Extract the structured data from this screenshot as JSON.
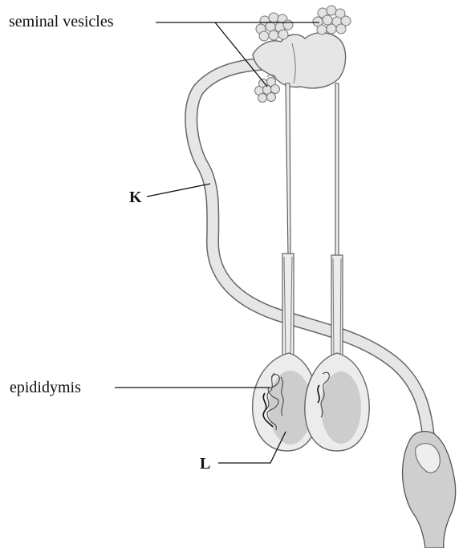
{
  "labels": {
    "seminal_vesicles": "seminal vesicles",
    "k": "K",
    "epididymis": "epididymis",
    "l": "L"
  }
}
